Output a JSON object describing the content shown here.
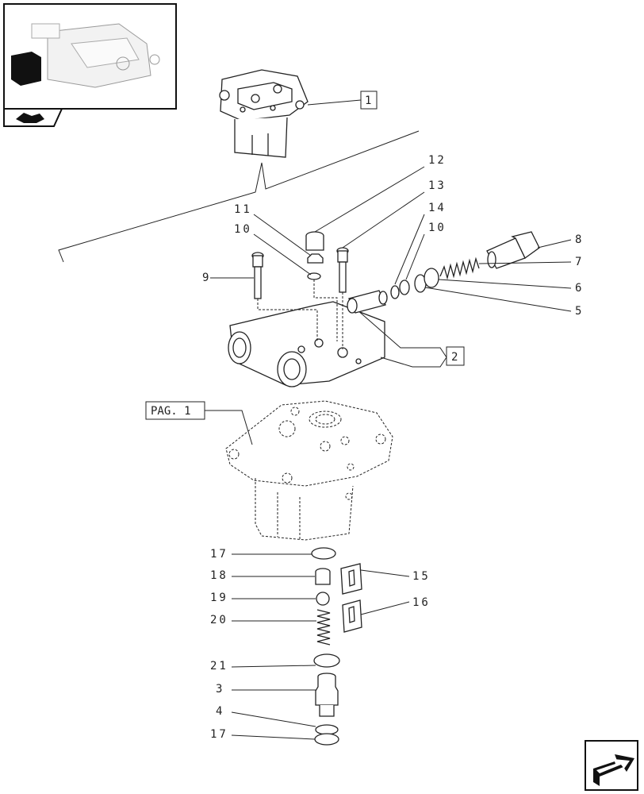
{
  "thumbnail": {
    "icon": "assembly-thumbnail",
    "nav_icon": "hand-pointer-icon"
  },
  "callouts": {
    "box_1": "1",
    "box_2": "2",
    "page_ref": "PAG. 1",
    "n12": "12",
    "n13": "13",
    "n11": "11",
    "n10a": "10",
    "n14": "14",
    "n10b": "10",
    "n9": "9",
    "n8": "8",
    "n7": "7",
    "n6": "6",
    "n5": "5",
    "n17a": "17",
    "n18": "18",
    "n19": "19",
    "n20": "20",
    "n21": "21",
    "n3": "3",
    "n4": "4",
    "n17b": "17",
    "n15": "15",
    "n16": "16"
  },
  "nav": {
    "next_icon": "next-page-arrow-icon"
  }
}
